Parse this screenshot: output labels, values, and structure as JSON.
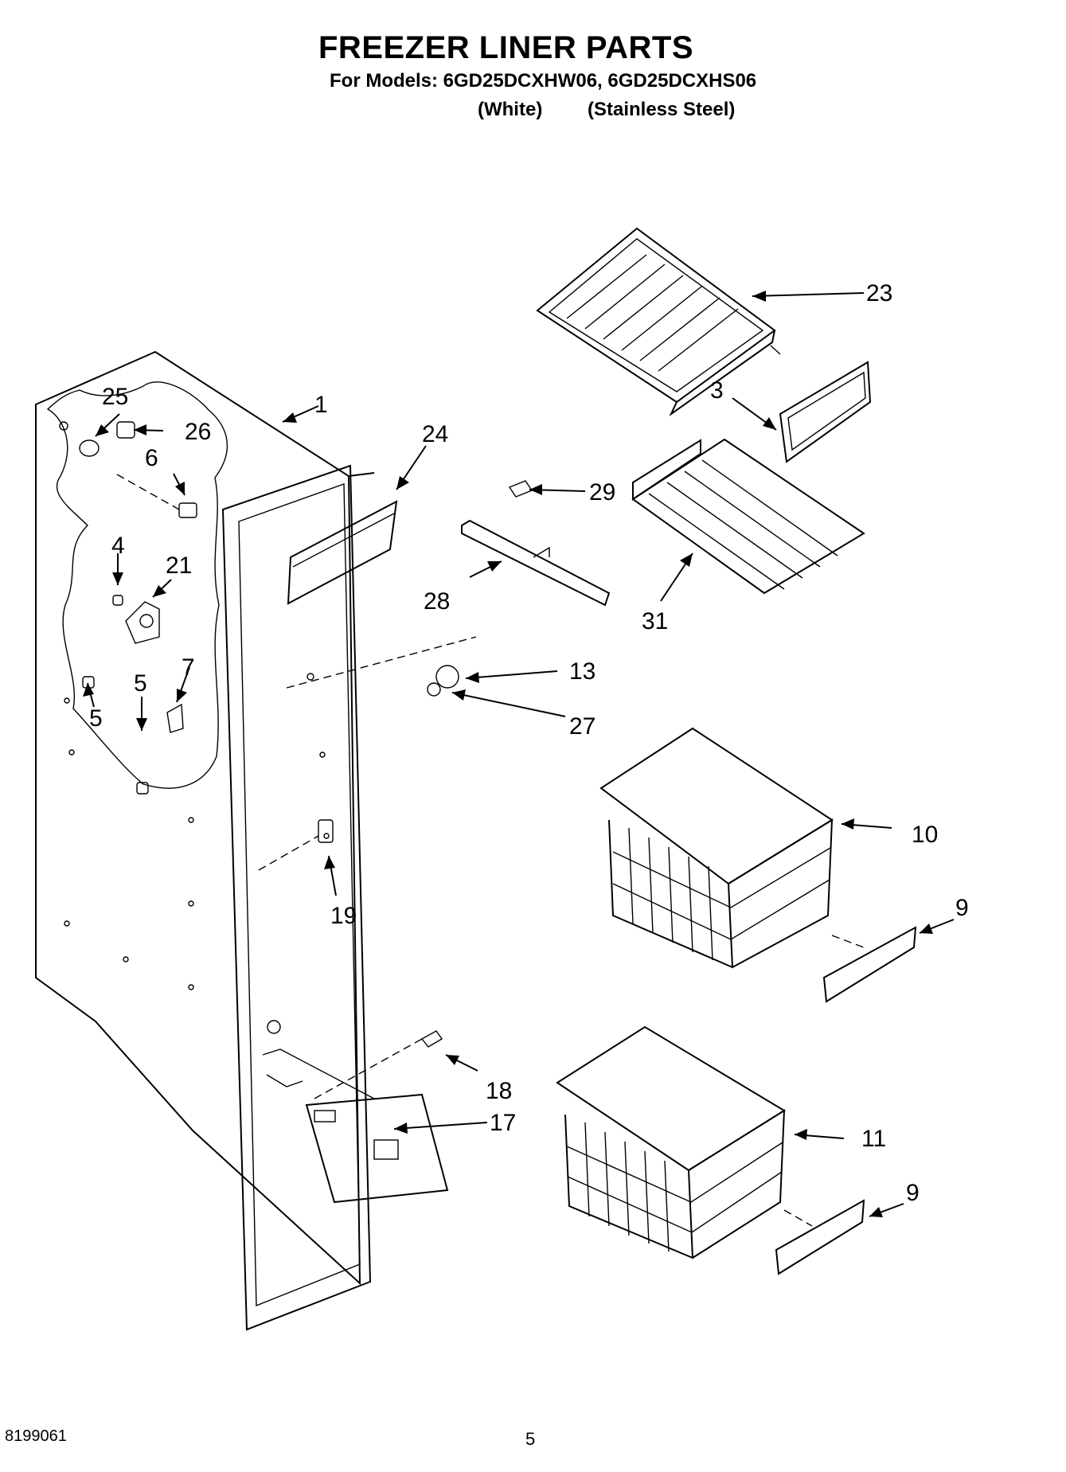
{
  "header": {
    "title": "FREEZER LINER PARTS",
    "models": "For Models: 6GD25DCXHW06, 6GD25DCXHS06",
    "variant_white": "(White)",
    "variant_stainless": "(Stainless Steel)"
  },
  "callouts": [
    "1",
    "3",
    "4",
    "5",
    "5",
    "6",
    "7",
    "9",
    "9",
    "10",
    "11",
    "13",
    "17",
    "18",
    "19",
    "21",
    "23",
    "24",
    "25",
    "26",
    "27",
    "28",
    "29",
    "31"
  ],
  "footer": {
    "doc_number": "8199061",
    "page_number": "5"
  }
}
